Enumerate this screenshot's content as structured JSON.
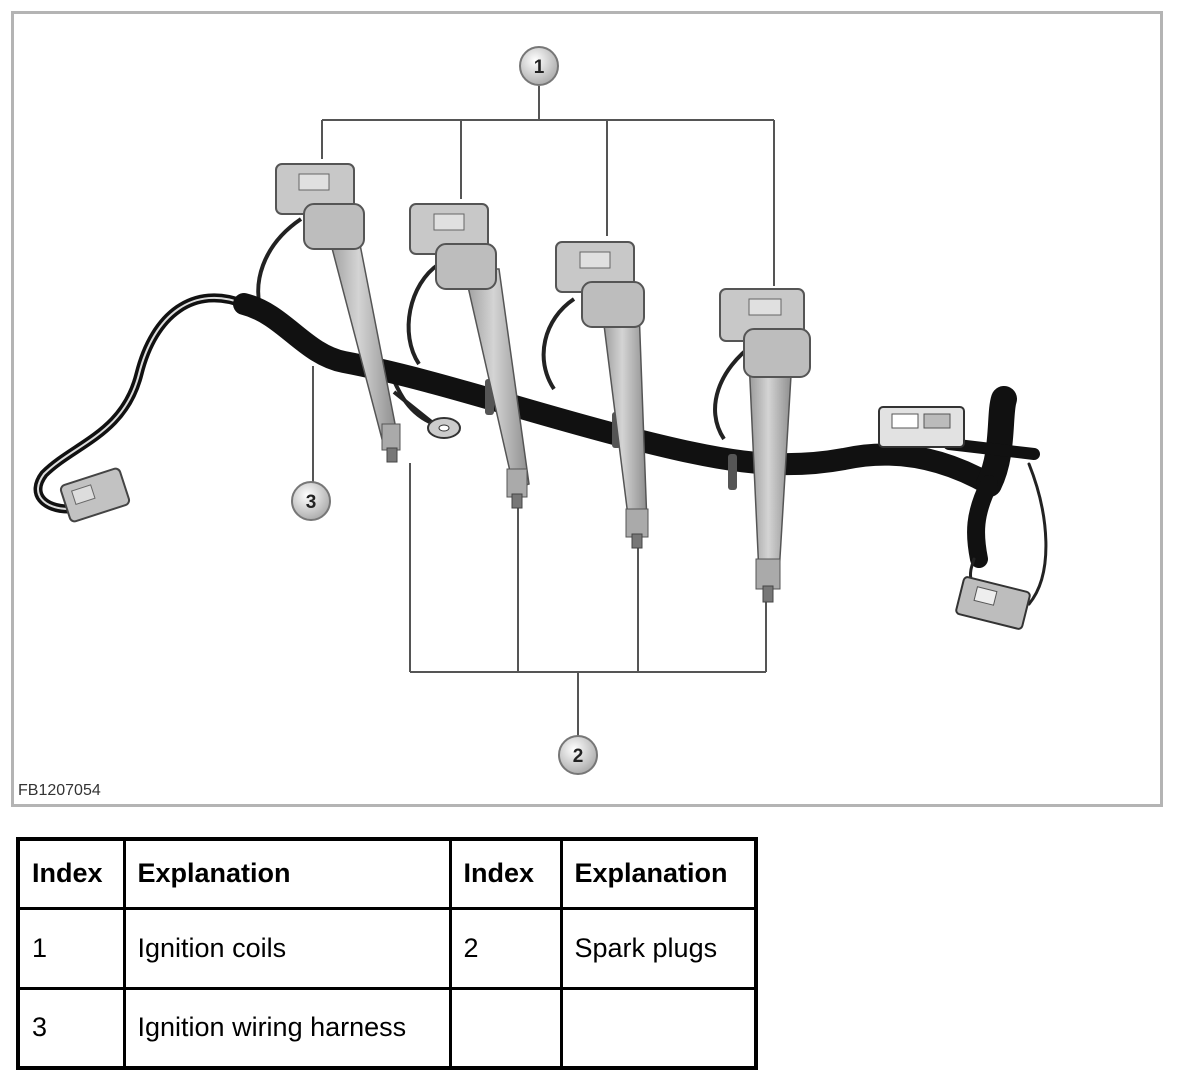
{
  "figure": {
    "id_label": "FB1207054",
    "callouts": [
      {
        "number": "1"
      },
      {
        "number": "2"
      },
      {
        "number": "3"
      }
    ]
  },
  "legend": {
    "headers": [
      "Index",
      "Explanation",
      "Index",
      "Explanation"
    ],
    "rows": [
      [
        "1",
        "Ignition coils",
        "2",
        "Spark plugs"
      ],
      [
        "3",
        "Ignition wiring harness",
        "",
        ""
      ]
    ]
  },
  "colors": {
    "frame": "#b4b4b4",
    "coil_body": "#bdbdbd",
    "harness": "#111111",
    "callout_fill": "#d9d9d9"
  }
}
